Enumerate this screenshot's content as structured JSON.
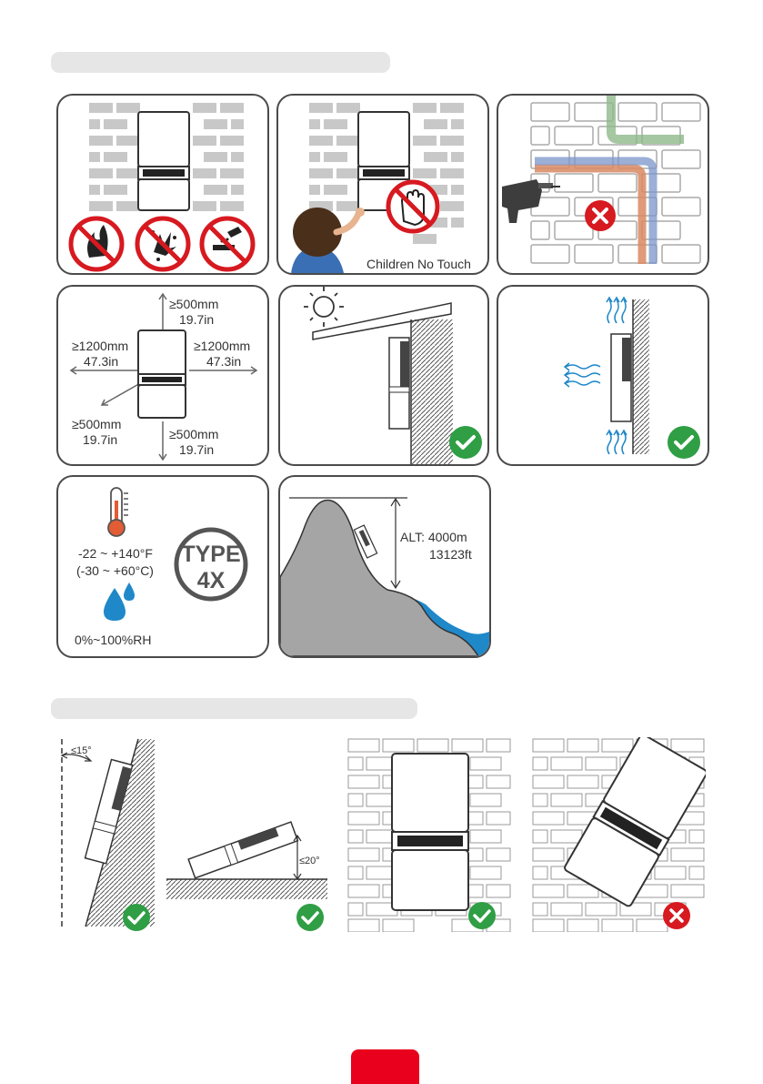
{
  "colors": {
    "accent_red": "#e8001d",
    "check_green": "#2f9e44",
    "water_blue": "#1f88c9",
    "mountain_gray": "#a5a5a5",
    "brick_gray": "#c8c8c8"
  },
  "section1": {
    "panels": {
      "no_fire": {
        "icons": [
          "no-fire-icon",
          "no-explosion-icon",
          "no-corrosion-icon"
        ]
      },
      "children": {
        "caption": "Children No Touch"
      },
      "drill": {
        "status": "x-icon"
      },
      "clearance": {
        "top": [
          "≥500mm",
          "19.7in"
        ],
        "left": [
          "≥1200mm",
          "47.3in"
        ],
        "right": [
          "≥1200mm",
          "47.3in"
        ],
        "front": [
          "≥500mm",
          "19.7in"
        ],
        "bottom": [
          "≥500mm",
          "19.7in"
        ]
      },
      "sunshade": {
        "status": "check-icon"
      },
      "ventilation": {
        "status": "check-icon"
      },
      "environment": {
        "temp_f": "-22 ~ +140°F",
        "temp_c": "(-30 ~ +60°C)",
        "rating_line1": "TYPE",
        "rating_line2": "4X",
        "humidity": "0%~100%RH"
      },
      "altitude": {
        "alt_m": "ALT: 4000m",
        "alt_ft": "13123ft"
      }
    }
  },
  "section2": {
    "tilt_back": "≤15°",
    "tilt_flat": "≤20°",
    "statuses": [
      "check-icon",
      "check-icon",
      "check-icon",
      "x-icon"
    ]
  }
}
